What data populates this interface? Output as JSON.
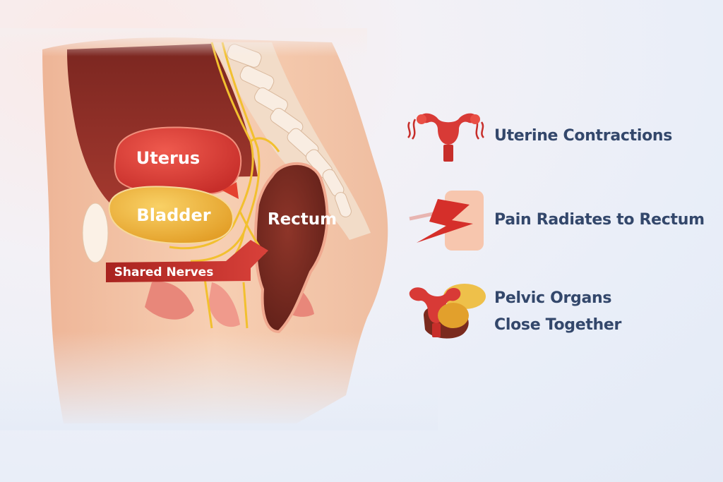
{
  "diagram": {
    "labels": {
      "uterus": "Uterus",
      "bladder": "Bladder",
      "rectum": "Rectum",
      "shared_nerves": "Shared Nerves"
    }
  },
  "legend": [
    {
      "icon": "uterus-contraction-icon",
      "text": "Uterine Contractions"
    },
    {
      "icon": "radiating-pain-icon",
      "text": "Pain Radiates to Rectum"
    },
    {
      "icon": "pelvic-organs-icon",
      "line1": "Pelvic Organs",
      "line2": "Close Together"
    }
  ],
  "colors": {
    "uterus": "#d83a36",
    "bladder": "#eeb33a",
    "rectum": "#7a2a22",
    "nerve": "#f2c02f",
    "skin": "#f5c8a8",
    "text": "#33476b"
  }
}
